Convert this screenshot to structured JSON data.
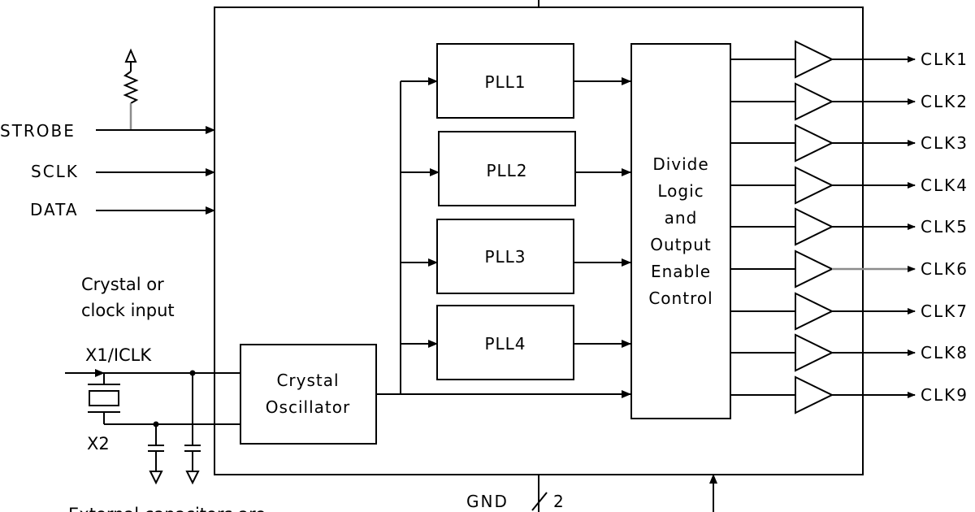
{
  "inputs": {
    "strobe": "STROBE",
    "sclk": "SCLK",
    "data": "DATA"
  },
  "crystal_note": {
    "line1": "Crystal or",
    "line2": "clock input"
  },
  "pins": {
    "x1": "X1/ICLK",
    "x2": "X2",
    "gnd": "GND",
    "gnd_count": "2"
  },
  "blocks": {
    "oscillator": [
      "Crystal",
      "Oscillator"
    ],
    "plls": [
      "PLL1",
      "PLL2",
      "PLL3",
      "PLL4"
    ],
    "divide": [
      "Divide",
      "Logic",
      "and",
      "Output",
      "Enable",
      "Control"
    ]
  },
  "outputs": [
    "CLK1",
    "CLK2",
    "CLK3",
    "CLK4",
    "CLK5",
    "CLK6",
    "CLK7",
    "CLK8",
    "CLK9"
  ],
  "footnote": "External capacitors are"
}
